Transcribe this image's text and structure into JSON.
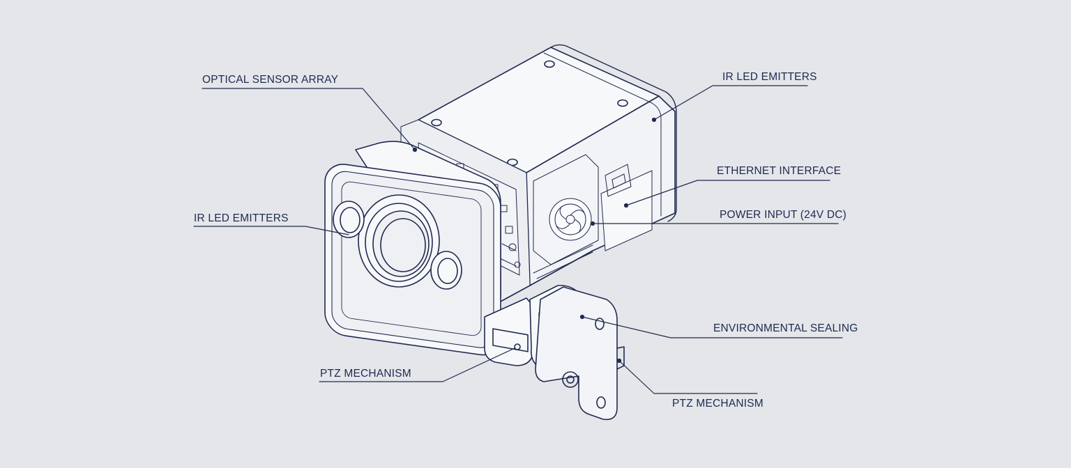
{
  "colors": {
    "background": "#e4e6ea",
    "ink": "#1f2a4f",
    "body_fill": "#f7f8fa",
    "interior_fill": "#eceef2"
  },
  "callouts": [
    {
      "id": "optical-sensor-array",
      "text": "OPTICAL SENSOR ARRAY"
    },
    {
      "id": "ir-led-emitters-right",
      "text": "IR LED EMITTERS"
    },
    {
      "id": "ethernet-interface",
      "text": "ETHERNET INTERFACE"
    },
    {
      "id": "ir-led-emitters-left",
      "text": "IR LED EMITTERS"
    },
    {
      "id": "power-input",
      "text": "POWER INPUT (24V DC)"
    },
    {
      "id": "environmental-sealing",
      "text": "ENVIRONMENTAL SEALING"
    },
    {
      "id": "ptz-mechanism-left",
      "text": "PTZ MECHANISM"
    },
    {
      "id": "ptz-mechanism-right",
      "text": "PTZ MECHANISM"
    }
  ]
}
